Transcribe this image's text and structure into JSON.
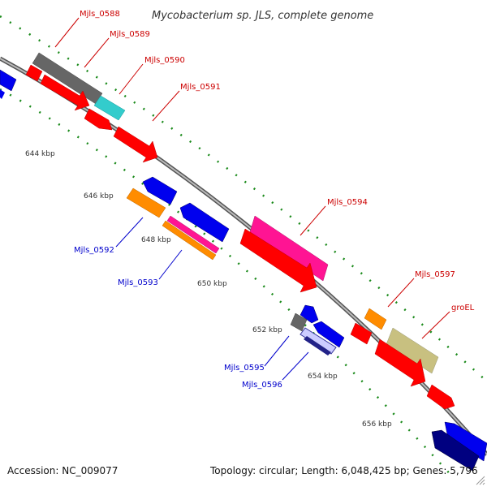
{
  "title": "Mycobacterium sp. JLS, complete genome",
  "ticks": [
    {
      "label": "644 kbp"
    },
    {
      "label": "646 kbp"
    },
    {
      "label": "648 kbp"
    },
    {
      "label": "650 kbp"
    },
    {
      "label": "652 kbp"
    },
    {
      "label": "654 kbp"
    },
    {
      "label": "656 kbp"
    }
  ],
  "genes": [
    {
      "name": "Mjls_0588",
      "strand": "forward",
      "color": "#666666"
    },
    {
      "name": "Mjls_0589",
      "strand": "forward",
      "color": "#ff0000"
    },
    {
      "name": "Mjls_0590",
      "strand": "forward",
      "color": "#33cccc"
    },
    {
      "name": "Mjls_0591",
      "strand": "forward",
      "color": "#ff0000"
    },
    {
      "name": "Mjls_0592",
      "strand": "reverse",
      "color": "#ff8c00"
    },
    {
      "name": "Mjls_0593",
      "strand": "reverse",
      "color": "#ff1493"
    },
    {
      "name": "Mjls_0594",
      "strand": "forward",
      "color": "#ff1493"
    },
    {
      "name": "Mjls_0595",
      "strand": "reverse",
      "color": "#666666"
    },
    {
      "name": "Mjls_0596",
      "strand": "reverse",
      "color": "#ccccff"
    },
    {
      "name": "Mjls_0597",
      "strand": "forward",
      "color": "#ff8c00"
    },
    {
      "name": "groEL",
      "strand": "forward",
      "color": "#c8c080"
    }
  ],
  "footer": {
    "accession": "Accession: NC_009077",
    "stats": "Topology: circular; Length: 6,048,425 bp; Genes: 5,796"
  },
  "colors": {
    "forward_label": "#cc0000",
    "reverse_label": "#0000cc",
    "backbone": "#888888",
    "tick": "#1a8a1a"
  }
}
